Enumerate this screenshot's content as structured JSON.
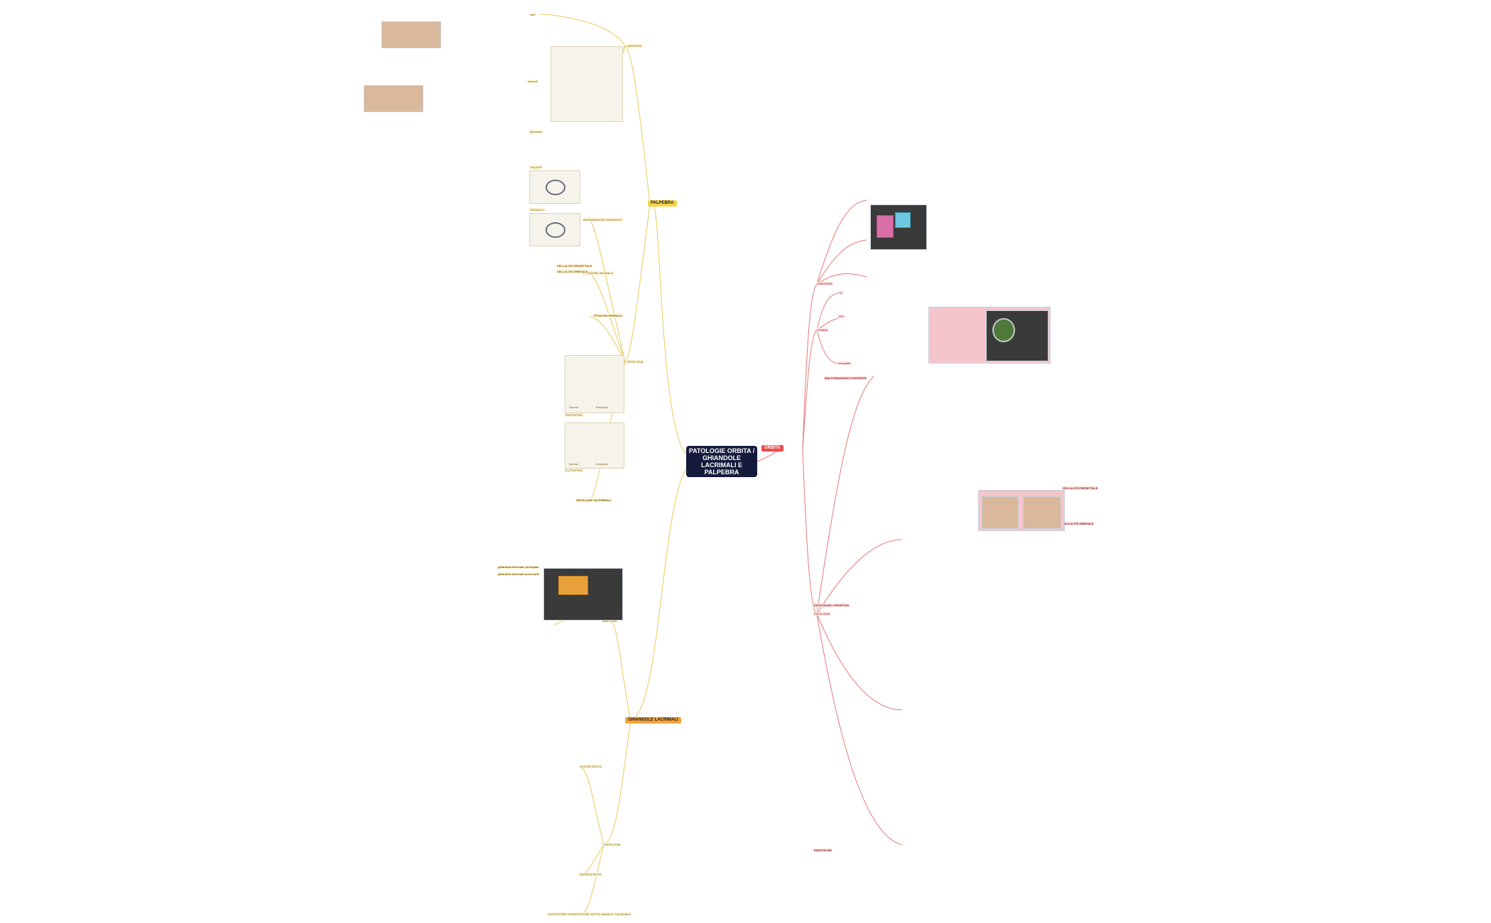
{
  "center": {
    "title": "PATOLOGIE ORBITA / GHIANDOLE LACRIMALI E PALPEBRA"
  },
  "branches": {
    "palpebra": "PALPEBRA",
    "ghiandole": "GHIANDOLE LACRIMALI",
    "orbita": "ORBITA"
  },
  "palpebra": {
    "anatomia": "ANATOMIA",
    "patologia": "PATOLOGIA",
    "infiammazioni": "INFIAMMAZIONI GHIANDOLE",
    "posizione": "POSIZIONE ANOMALA",
    "ptosi": "PTOSI PALPEBRALE",
    "neoplasie": "NEOPLASIE PALPEBRALI",
    "muscoli": "muscoli",
    "ghiandole_label": "ghiandole",
    "cute": "cute",
    "calazio": "CALAZIO",
    "orzaiolo": "ORZAIOLO",
    "entropion": "ENTROPION",
    "ectropion": "ECTROPION",
    "normal": "Normal",
    "entropic": "Entropion",
    "ectropic": "Ectropion",
    "cellulite_preset": "CELLULITE PRESETTALE",
    "cellulite_orb": "CELLULITE ORBITALE"
  },
  "ghiandole": {
    "anatomia": "ANATOMIA",
    "patologia": "PATOLOGIA",
    "occhio_secco": "OCCHIO SECCO",
    "dacriocistite": "DACRIOCISTITE",
    "ostruzione": "OSTRUZIONE CONGENITA DEL DOTTO NASALE / LACRIMALE",
    "ghiandola_principale": "ghiandola lacrimale principale",
    "ghiandole_accessorie": "ghiandole lacrimali accessorie"
  },
  "orbita": {
    "anatomia": "ANATOMIA",
    "imaging": "imaging",
    "patologia": "PATOLOGIA",
    "congenite": "MALFORMAZIONI CONGENITE",
    "esoftalmo": "ESOFTALMO / PROPTOSI",
    "enoftalmo": "ENOFTALMO",
    "cellulite_preset": "CELLULITE PRESETTALE",
    "cellulite_orb": "CELLULITE ORBITALE",
    "tc": "TC",
    "rm": "RM",
    "ecografia": "ecografia"
  },
  "colors": {
    "palpebra_branch": "#f7d548",
    "ghiandole_branch": "#f5a33a",
    "orbita_branch": "#e84c4c",
    "center": "#141a3a",
    "yellow_line": "#e9c85a",
    "red_line": "#e57878"
  }
}
